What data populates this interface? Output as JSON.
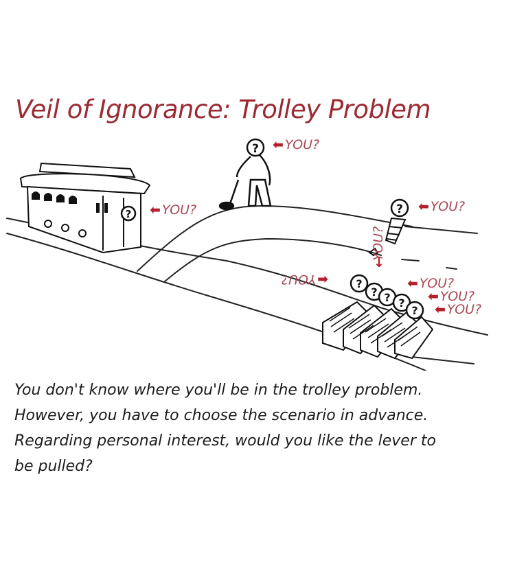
{
  "title": "Veil of Ignorance: Trolley Problem",
  "diagram": {
    "labels": {
      "trolley_driver": "YOU?",
      "lever_puller": "YOU?",
      "single_person": "YOU?",
      "single_person_vertical": "YOU?",
      "flipped_label": "YOU?",
      "group_1": "YOU?",
      "group_2": "YOU?",
      "group_3": "YOU?"
    },
    "unknown_marker": "?"
  },
  "caption": {
    "line1": "You don't know where you'll be in the trolley problem. However, you have to choose the scenario in advance.",
    "line2": "Regarding personal interest, would you like the lever to be pulled?"
  },
  "colors": {
    "title": "#9b2a33",
    "arrow": "#b5202c",
    "label": "#a84a55",
    "text": "#1c1c1c",
    "background": "#ffffff"
  }
}
